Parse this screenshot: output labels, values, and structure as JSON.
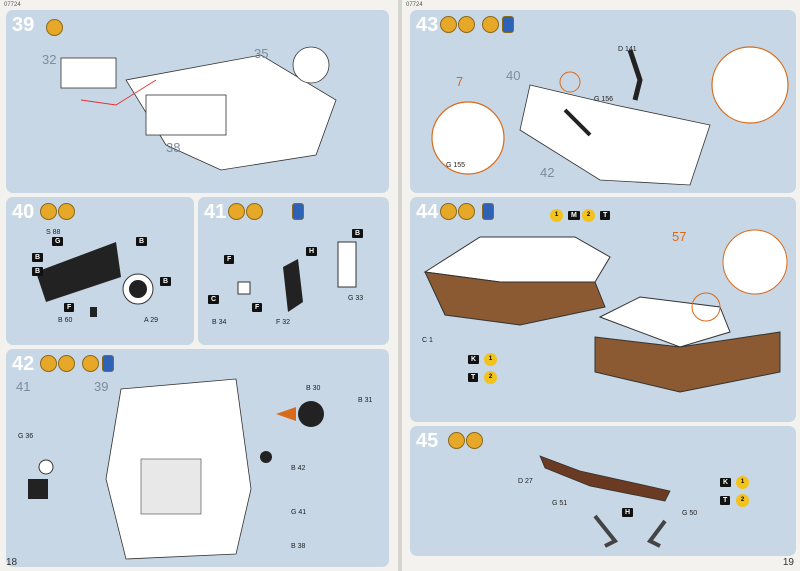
{
  "header": {
    "left_code": "07724",
    "right_code": "07724"
  },
  "pages": {
    "left_number": "18",
    "right_number": "19"
  },
  "steps": {
    "s39": {
      "num": "39",
      "parts": [
        "32",
        "35",
        "38"
      ]
    },
    "s40": {
      "num": "40",
      "parts": [
        "G",
        "B",
        "B",
        "B",
        "B",
        "F",
        "S 88",
        "B 60",
        "A 29"
      ]
    },
    "s41": {
      "num": "41",
      "parts": [
        "F",
        "H",
        "B",
        "F",
        "C",
        "B 34",
        "F 32",
        "G 33"
      ]
    },
    "s42": {
      "num": "42",
      "parts": [
        "41",
        "39",
        "B 30",
        "B 31",
        "B 42",
        "G 41",
        "B 38",
        "G 36"
      ]
    },
    "s43": {
      "num": "43",
      "parts": [
        "40",
        "42",
        "7",
        "D 141",
        "G 156",
        "G 155"
      ]
    },
    "s44": {
      "num": "44",
      "parts": [
        "57",
        "C 1"
      ]
    },
    "s45": {
      "num": "45",
      "parts": [
        "D 27",
        "G 51",
        "G 50",
        "H"
      ]
    }
  },
  "paint_codes": [
    "1",
    "2",
    "M",
    "T",
    "K"
  ]
}
